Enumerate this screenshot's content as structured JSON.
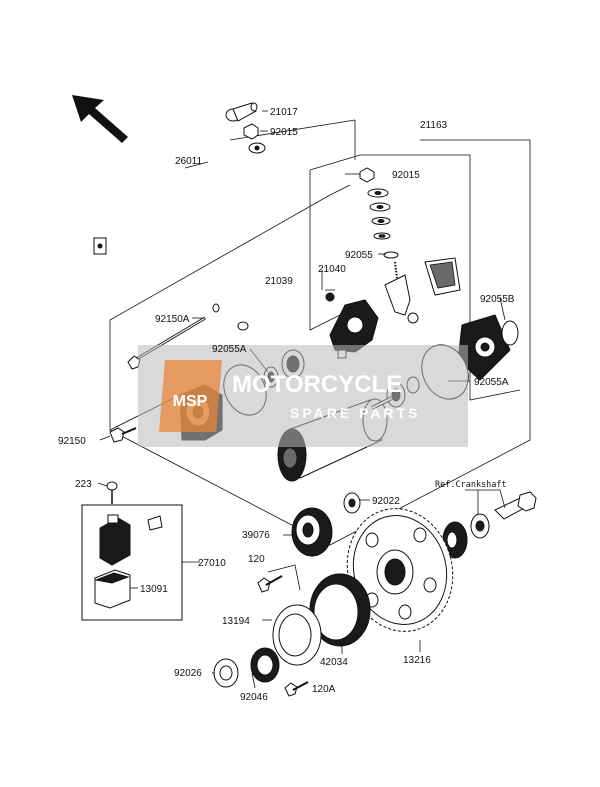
{
  "watermark": {
    "logo": "MSP",
    "brand": "MOTORCYCLE",
    "sub": "SPARE PARTS"
  },
  "labels": {
    "p21017": "21017",
    "p92015a": "92015",
    "p21163": "21163",
    "p26011": "26011",
    "p92015b": "92015",
    "p92055": "92055",
    "p21039": "21039",
    "p21040": "21040",
    "p92055b": "92055B",
    "p92150a": "92150A",
    "p92055a_left": "92055A",
    "p92055a_right": "92055A",
    "p92150": "92150",
    "p223": "223",
    "p92022": "92022",
    "ref_crankshaft": "Ref.Crankshaft",
    "p39076": "39076",
    "p120": "120",
    "p27010": "27010",
    "p13091": "13091",
    "p13194": "13194",
    "p13216": "13216",
    "p42034": "42034",
    "p92026": "92026",
    "p92046": "92046",
    "p120a": "120A"
  },
  "colors": {
    "line": "#111111",
    "watermark_box": "#b9b9b9",
    "watermark_logo": "#e8843a"
  }
}
